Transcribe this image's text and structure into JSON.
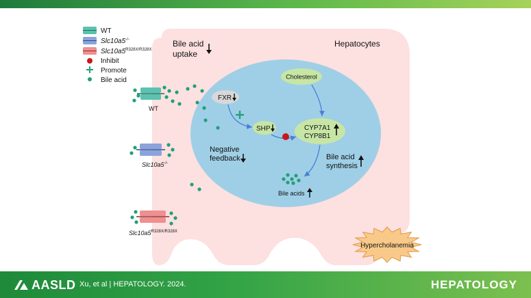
{
  "legend": {
    "wt": "WT",
    "ko_base": "Slc10a5",
    "ko_sup": "-/-",
    "mut_base": "Slc10a5",
    "mut_sup": "R328X/R328X",
    "inhibit": "Inhibit",
    "promote": "Promote",
    "bile_acid": "Bile acid"
  },
  "cell": {
    "uptake_line1": "Bile acid",
    "uptake_line2": "uptake",
    "hepatocytes": "Hepatocytes"
  },
  "nucleus": {
    "cholesterol": "Cholesterol",
    "fxr": "FXR",
    "shp": "SHP",
    "cyp7a1": "CYP7A1",
    "cyp8b1": "CYP8B1",
    "negative_line1": "Negative",
    "negative_line2": "feedback",
    "synth_line1": "Bile acid",
    "synth_line2": "synthesis",
    "bile_acids": "Bile acids"
  },
  "transporters": {
    "wt": "WT",
    "ko_base": "Slc10a5",
    "ko_sup": "-/-",
    "mut_base": "Slc10a5",
    "mut_sup": "R328X/R328X"
  },
  "burst": "Hypercholanemia",
  "footer": {
    "logo": "AASLD",
    "citation": "Xu, et al  |  HEPATOLOGY. 2024.",
    "brand": "HEPATOLOGY"
  },
  "colors": {
    "cell": "#fde0e0",
    "nucleus": "#9fcfe6",
    "wt_channel": "#5cc2b0",
    "ko_channel": "#8aa3dc",
    "mut_channel": "#ef8f8f",
    "bile_acid_dot": "#1fa07a",
    "inhibit": "#c8161d",
    "enzyme_green": "#c7e6a5",
    "burst": "#f9c98a"
  }
}
